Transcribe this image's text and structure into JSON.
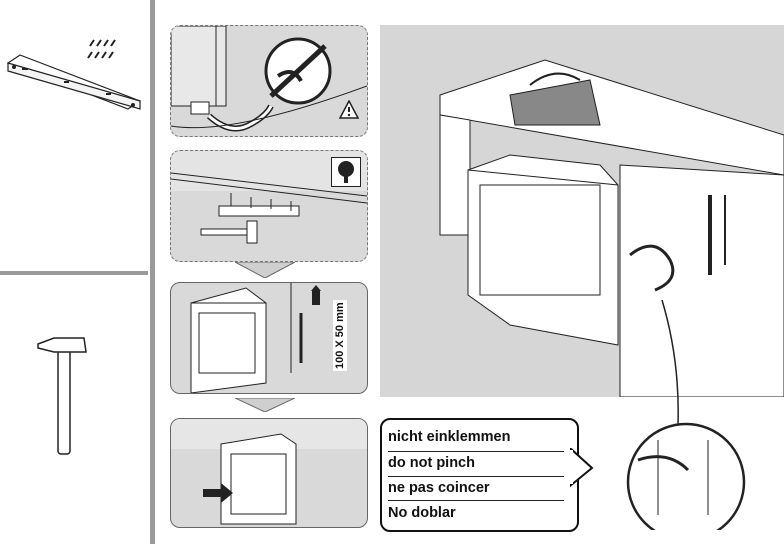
{
  "warning_labels": [
    {
      "lang": "de",
      "text": "nicht einklemmen"
    },
    {
      "lang": "en",
      "text": "do not pinch"
    },
    {
      "lang": "fr",
      "text": "ne pas coincer"
    },
    {
      "lang": "es",
      "text": "No doblar"
    }
  ],
  "dimension_label": "100 X 50 mm",
  "icons": {
    "screws": "screws-icon",
    "bracket": "mounting-bracket-icon",
    "hammer": "hammer-icon",
    "warning": "warning-triangle-icon",
    "tree": "wood-tree-icon",
    "no_kink": "no-kink-hose-icon"
  },
  "colors": {
    "panel_bg": "#d9d9d9",
    "illustration_bg": "#d6d6d6",
    "divider": "#9a9a9a",
    "line": "#222222"
  }
}
